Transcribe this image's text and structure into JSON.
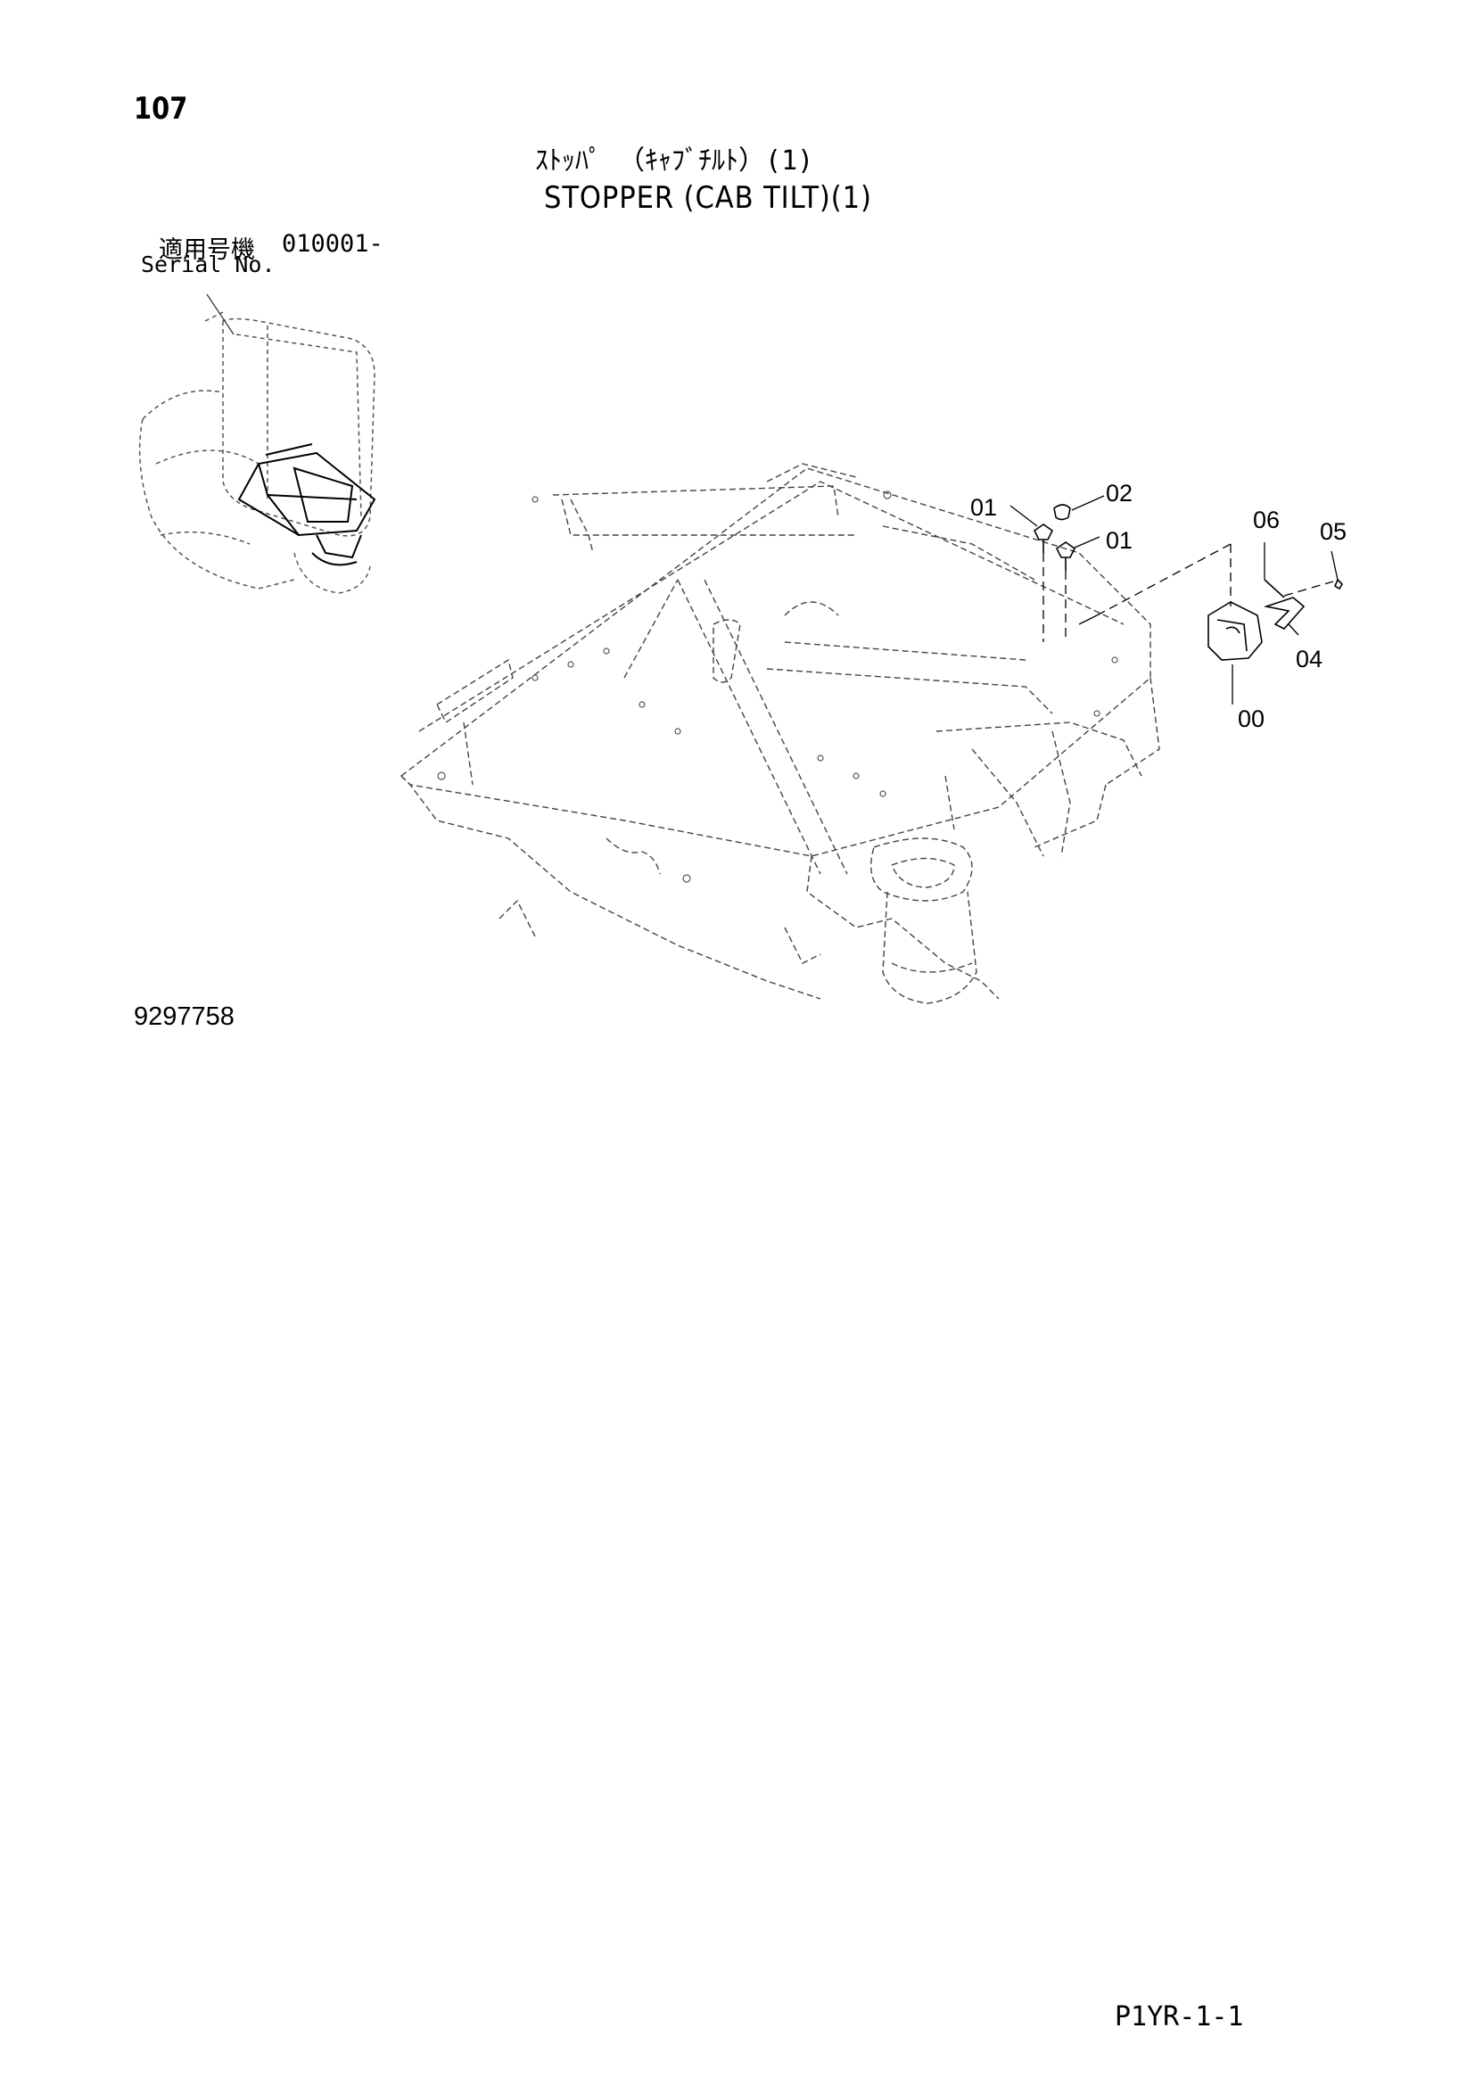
{
  "page": {
    "number": "107",
    "title_jp": "ｽﾄｯﾊﾟ （ｷｬﾌﾞﾁﾙﾄ）(1)",
    "title_en": "STOPPER (CAB TILT)(1)",
    "serial_label_jp": "適用号機",
    "serial_range": "010001-",
    "serial_label_en": "Serial No.",
    "part_number": "9297758",
    "footer_code": "P1YR-1-1"
  },
  "callouts": {
    "c01a": "01",
    "c02": "02",
    "c01b": "01",
    "c06": "06",
    "c05": "05",
    "c04": "04",
    "c00": "00"
  }
}
